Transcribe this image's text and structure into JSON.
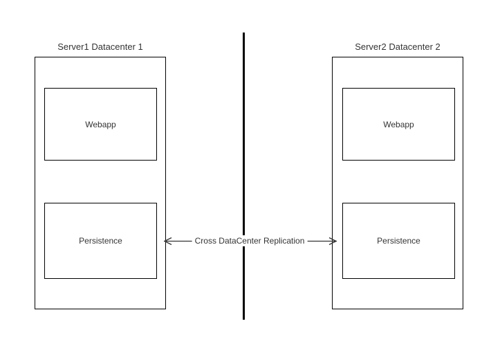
{
  "diagram": {
    "left": {
      "title": "Server1 Datacenter 1",
      "boxes": [
        {
          "label": "Webapp"
        },
        {
          "label": "Persistence"
        }
      ]
    },
    "right": {
      "title": "Server2 Datacenter 2",
      "boxes": [
        {
          "label": "Webapp"
        },
        {
          "label": "Persistence"
        }
      ]
    },
    "arrow": {
      "label": "Cross DataCenter Replication"
    },
    "colors": {
      "line": "#000000",
      "box_border": "#000000",
      "text": "#333333",
      "background": "#ffffff"
    }
  }
}
